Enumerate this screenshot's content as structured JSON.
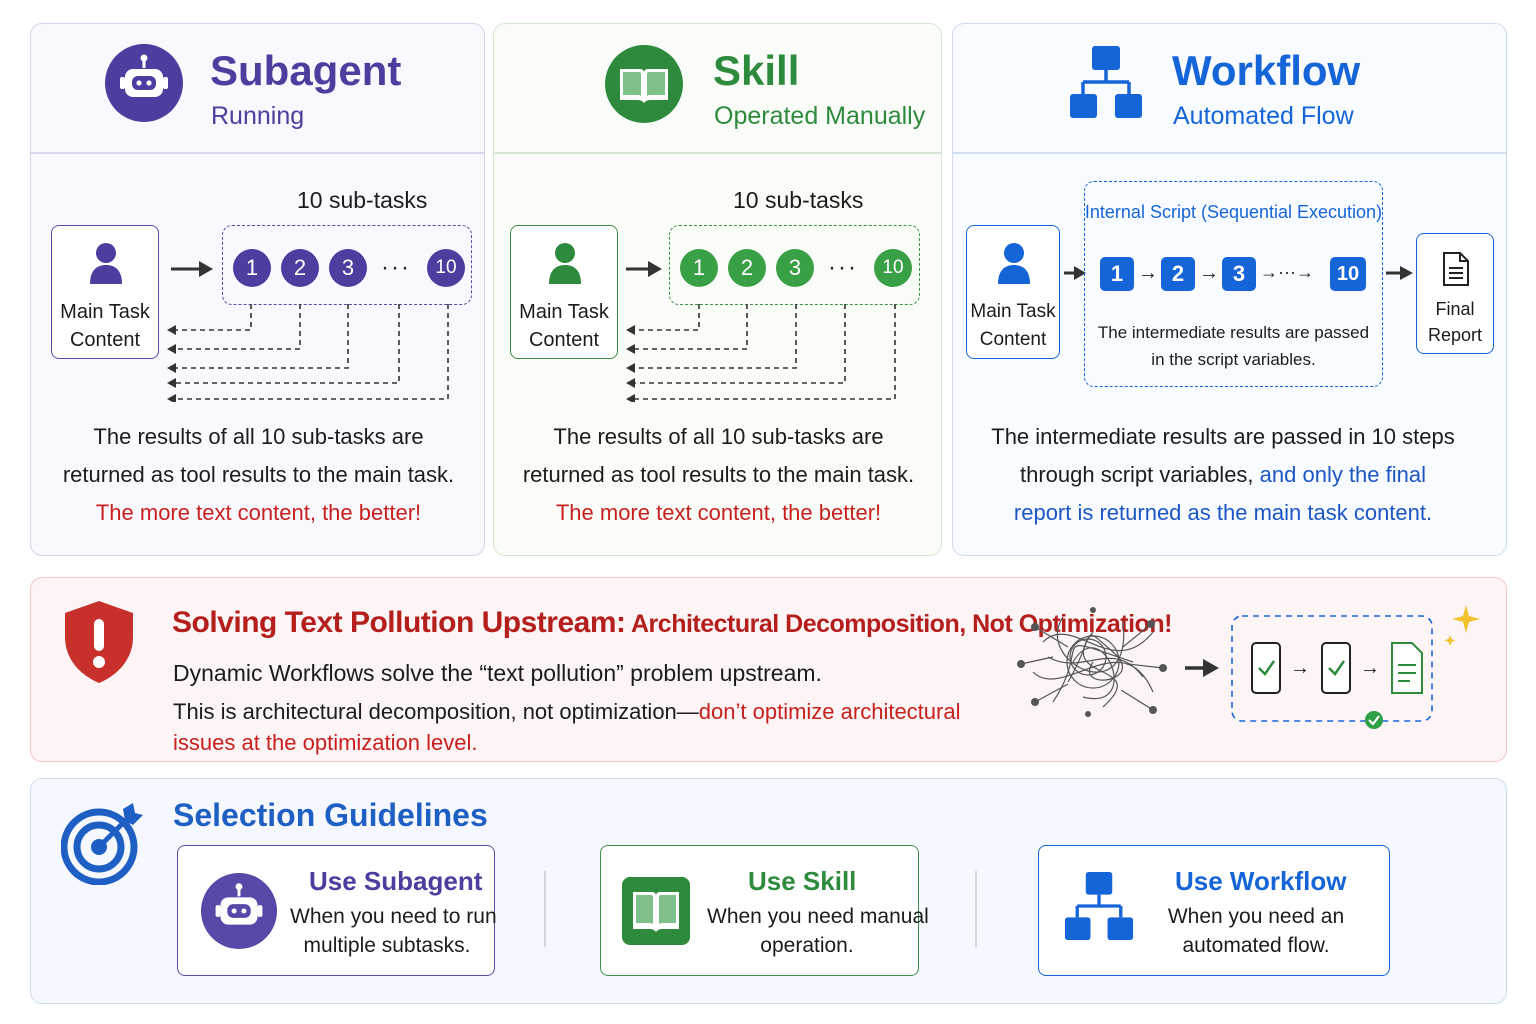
{
  "colors": {
    "subagent": "#4e3c9e",
    "skill": "#2e8b3e",
    "workflow": "#1665d8",
    "warning": "#c8201e",
    "highlight_blue": "#1c56c5"
  },
  "subagent": {
    "icon": "robot-icon",
    "title": "Subagent",
    "subtitle": "Running",
    "subtasks_label": "10 sub-tasks",
    "main_box": [
      "Main Task",
      "Content"
    ],
    "steps": [
      "1",
      "2",
      "3",
      "10"
    ],
    "ellipsis": "···",
    "desc_lines": [
      "The results of all 10 sub-tasks are",
      "returned as tool results to the main task."
    ],
    "highlight": "The more text content, the better!"
  },
  "skill": {
    "icon": "book-icon",
    "title": "Skill",
    "subtitle": "Operated Manually",
    "subtasks_label": "10 sub-tasks",
    "main_box": [
      "Main Task",
      "Content"
    ],
    "steps": [
      "1",
      "2",
      "3",
      "10"
    ],
    "ellipsis": "···",
    "desc_lines": [
      "The results of all 10 sub-tasks are",
      "returned as tool results to the main task."
    ],
    "highlight": "The more text content, the better!"
  },
  "workflow": {
    "icon": "hierarchy-icon",
    "title": "Workflow",
    "subtitle": "Automated Flow",
    "main_box": [
      "Main Task",
      "Content"
    ],
    "script_label": "Internal Script (Sequential Execution)",
    "steps": [
      "1",
      "2",
      "3",
      "10"
    ],
    "ellipsis": "→···→",
    "script_note": [
      "The intermediate results are passed",
      "in the script variables."
    ],
    "final_box": [
      "Final",
      "Report"
    ],
    "desc_lines": [
      "The intermediate results are passed in 10 steps",
      "through script variables, "
    ],
    "desc_highlight": [
      "and only the final",
      "report is returned as the main task content."
    ]
  },
  "pollution": {
    "icon": "shield-alert-icon",
    "title_main": "Solving Text Pollution Upstream:",
    "title_rest": " Architectural Decomposition, Not Optimization!",
    "line1": "Dynamic Workflows solve the “text pollution” problem upstream.",
    "line2_plain": "This is architectural decomposition, not optimization—",
    "line2_red": "don’t optimize architectural",
    "line3_red": "issues at the optimization level."
  },
  "guidelines": {
    "icon": "target-icon",
    "title": "Selection Guidelines",
    "cards": [
      {
        "title": "Use Subagent",
        "desc": [
          "When you need to run",
          "multiple subtasks."
        ]
      },
      {
        "title": "Use Skill",
        "desc": [
          "When you need manual",
          "operation."
        ]
      },
      {
        "title": "Use Workflow",
        "desc": [
          "When you need an",
          "automated flow."
        ]
      }
    ]
  }
}
